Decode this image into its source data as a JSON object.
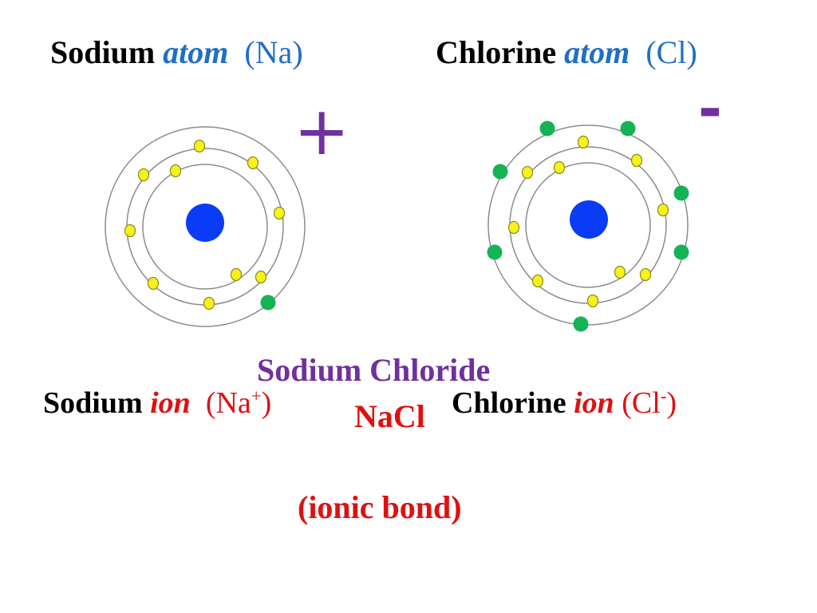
{
  "colors": {
    "black": "#000000",
    "blue_text": "#1f6fc5",
    "red_text": "#e01010",
    "purple": "#7030a0",
    "nucleus": "#0a3cf5",
    "inner_electron": "#f7f21a",
    "valence_electron": "#14b356",
    "shell": "#8c8c8c"
  },
  "titles": {
    "sodium_atom": {
      "element": "Sodium",
      "word": "atom",
      "symbol": "(Na)"
    },
    "chlorine_atom": {
      "element": "Chlorine",
      "word": "atom",
      "symbol": "(Cl)"
    }
  },
  "charges": {
    "sodium": "+",
    "chlorine": "-"
  },
  "atoms": {
    "sodium": {
      "nucleus": 1,
      "inner_electrons": 10,
      "valence_electrons": 1,
      "shells": 3
    },
    "chlorine": {
      "nucleus": 1,
      "inner_electrons": 10,
      "valence_electrons": 7,
      "shells": 3
    }
  },
  "compound": {
    "name": "Sodium Chloride",
    "formula": "NaCl",
    "bond": "(ionic bond)"
  },
  "ions": {
    "sodium": {
      "element": "Sodium",
      "word": "ion",
      "symbol_open": "(Na",
      "charge": "+",
      "symbol_close": ")"
    },
    "chlorine": {
      "element": "Chlorine",
      "word": "ion",
      "symbol_open": "(Cl",
      "charge": "-",
      "symbol_close": ")"
    }
  }
}
